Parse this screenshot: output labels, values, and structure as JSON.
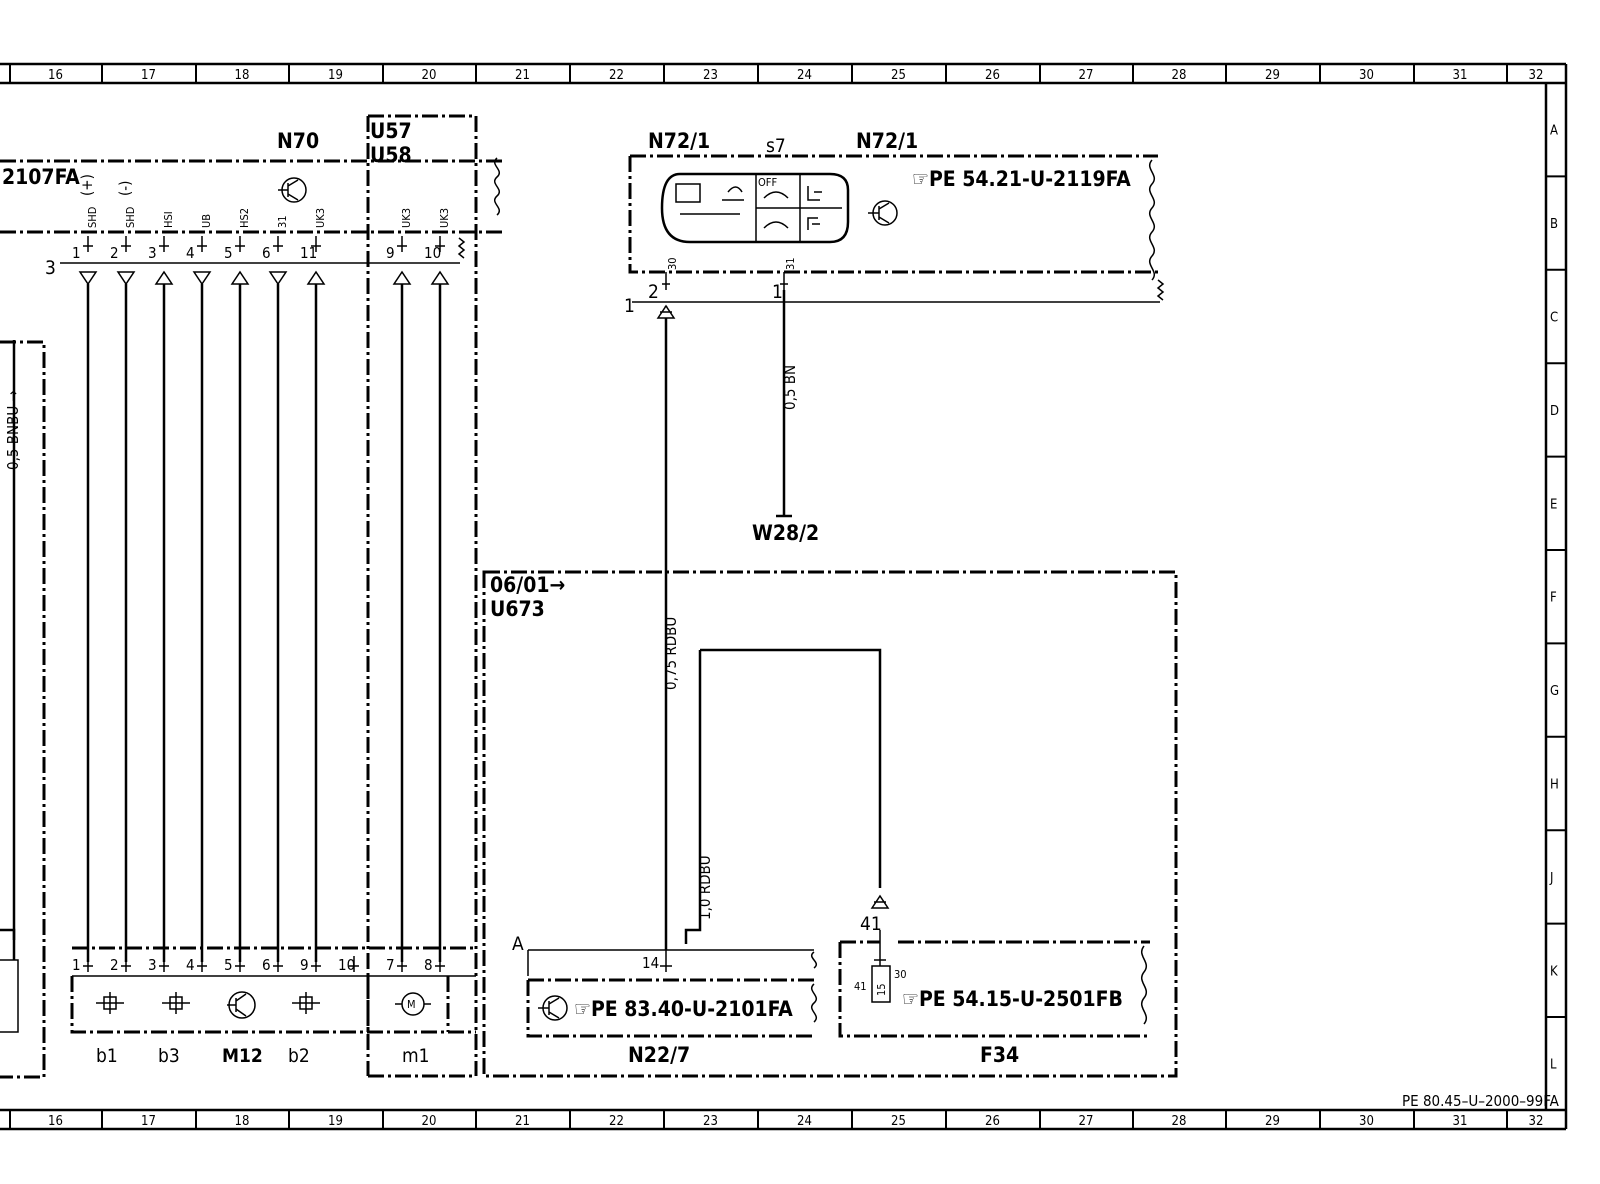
{
  "grid": {
    "columns": [
      "16",
      "17",
      "18",
      "19",
      "20",
      "21",
      "22",
      "23",
      "24",
      "25",
      "26",
      "27",
      "28",
      "29",
      "30",
      "31",
      "32"
    ],
    "rows": [
      "A",
      "B",
      "C",
      "D",
      "E",
      "F",
      "G",
      "H",
      "J",
      "K",
      "L"
    ]
  },
  "doc_ref": "PE 80.45–U–2000–99FA",
  "components": {
    "n70": "N70",
    "u57": "U57",
    "u58": "U58",
    "left_ref": "2107FA",
    "n72_1_left": "N72/1",
    "n72_1_right": "N72/1",
    "s7": "s7",
    "n72_ref": "☞PE  54.21-U-2119FA",
    "w28_2": "W28/2",
    "date_code": "06/01→",
    "u673": "U673",
    "n22_7": "N22/7",
    "n22_ref": "☞PE  83.40-U-2101FA",
    "f34": "F34",
    "f34_ref": "☞PE  54.15-U-2501FB",
    "b1": "b1",
    "b3": "b3",
    "m12": "M12",
    "b2": "b2",
    "m1": "m1"
  },
  "connector_top": {
    "number": "3",
    "pins": [
      "1",
      "2",
      "3",
      "4",
      "5",
      "6",
      "11",
      "9",
      "10"
    ],
    "signals": [
      "SHD",
      "SHD",
      "HSI",
      "UB",
      "HS2",
      "31",
      "UK3",
      "UK3",
      "UK3"
    ],
    "signal_polarity": [
      "(+)",
      "(-)"
    ]
  },
  "connector_bottom": {
    "pins": [
      "1",
      "2",
      "3",
      "4",
      "5",
      "6",
      "9",
      "10",
      "7",
      "8"
    ]
  },
  "n72_connector": {
    "number": "1",
    "pins": [
      "2",
      "1"
    ],
    "signals": [
      "30",
      "31"
    ]
  },
  "n72_icons": {
    "off": "OFF"
  },
  "wires": {
    "left": "0,5  BNBU →",
    "bn": "0,5  BN",
    "rdbu_075": "0,75  RDBU",
    "rdbu_10": "1,0  RDBU"
  },
  "n22_7_connector": {
    "letter": "A",
    "pin": "14"
  },
  "f34_connector": {
    "pin": "41",
    "fuse_pin": "41",
    "fuse_value": "15",
    "terminal": "30"
  }
}
